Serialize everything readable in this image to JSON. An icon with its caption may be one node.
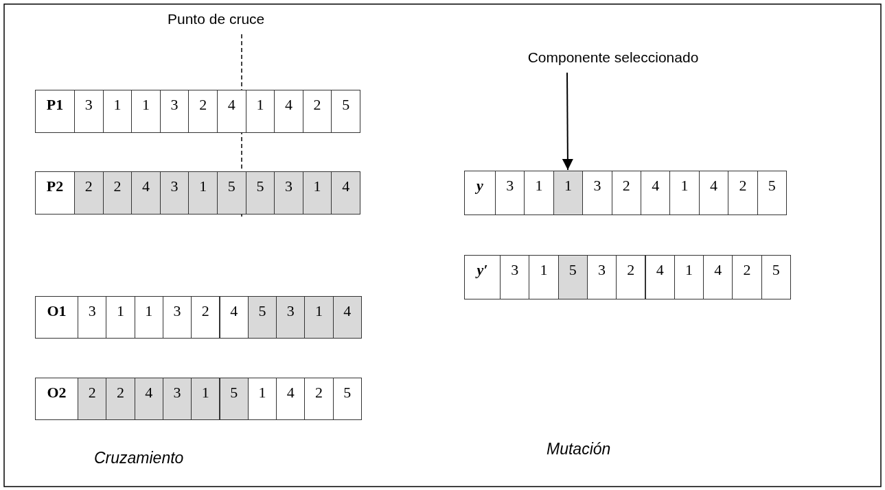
{
  "diagram": {
    "nodes": [
      {
        "text": [
          "Componente seleccionado"
        ]
      },
      {
        "text": [
          "P1"
        ]
      },
      {
        "text": [
          "3"
        ]
      },
      {
        "text": [
          "1"
        ]
      },
      {
        "text": [
          "1"
        ]
      },
      {
        "text": [
          "3"
        ]
      },
      {
        "text": [
          "2"
        ]
      },
      {
        "text": [
          "4"
        ]
      },
      {
        "text": [
          "1"
        ]
      },
      {
        "text": [
          "4"
        ]
      },
      {
        "text": [
          "2"
        ]
      },
      {
        "text": [
          "5"
        ]
      },
      {
        "text": [
          "P2"
        ]
      },
      {
        "text": [
          "2"
        ]
      },
      {
        "text": [
          "2"
        ]
      },
      {
        "text": [
          "4"
        ]
      },
      {
        "text": [
          "3"
        ]
      },
      {
        "text": [
          "1"
        ]
      },
      {
        "text": [
          "5"
        ]
      },
      {
        "text": [
          "5"
        ]
      },
      {
        "text": [
          "3"
        ]
      },
      {
        "text": [
          "1"
        ]
      },
      {
        "text": [
          "4"
        ]
      },
      {
        "text": [
          "y"
        ]
      },
      {
        "text": [
          "3"
        ]
      },
      {
        "text": [
          "1"
        ]
      },
      {
        "text": [
          "1"
        ]
      },
      {
        "text": [
          "3"
        ]
      },
      {
        "text": [
          "2"
        ]
      },
      {
        "text": [
          "4"
        ]
      },
      {
        "text": [
          "1"
        ]
      },
      {
        "text": [
          "4"
        ]
      },
      {
        "text": [
          "2"
        ]
      },
      {
        "text": [
          "5"
        ]
      },
      {
        "text": [
          "y′"
        ]
      },
      {
        "text": [
          "3"
        ]
      },
      {
        "text": [
          "1"
        ]
      },
      {
        "text": [
          "5"
        ]
      },
      {
        "text": [
          "3"
        ]
      },
      {
        "text": [
          "2"
        ]
      },
      {
        "text": [
          "4"
        ]
      },
      {
        "text": [
          "1"
        ]
      },
      {
        "text": [
          "4"
        ]
      },
      {
        "text": [
          "2"
        ]
      },
      {
        "text": [
          "5"
        ]
      },
      {
        "text": [
          "O1"
        ]
      },
      {
        "text": [
          "3"
        ]
      },
      {
        "text": [
          "1"
        ]
      },
      {
        "text": [
          "1"
        ]
      },
      {
        "text": [
          "3"
        ]
      },
      {
        "text": [
          "2"
        ]
      },
      {
        "text": [
          "4"
        ]
      },
      {
        "text": [
          "5"
        ]
      },
      {
        "text": [
          "3"
        ]
      },
      {
        "text": [
          "1"
        ]
      },
      {
        "text": [
          "4"
        ]
      },
      {
        "text": [
          "O2"
        ]
      },
      {
        "text": [
          "2"
        ]
      },
      {
        "text": [
          "2"
        ]
      },
      {
        "text": [
          "4"
        ]
      },
      {
        "text": [
          "3"
        ]
      },
      {
        "text": [
          "1"
        ]
      },
      {
        "text": [
          "5"
        ]
      },
      {
        "text": [
          "1"
        ]
      },
      {
        "text": [
          "4"
        ]
      },
      {
        "text": [
          "2"
        ]
      },
      {
        "text": [
          "5"
        ]
      }
    ],
    "edges": [
      {
        "from": 0,
        "to": 26,
        "arrow": "to"
      }
    ],
    "labels": [
      "Punto de cruce",
      "Cruzamiento",
      "Mutación"
    ]
  }
}
